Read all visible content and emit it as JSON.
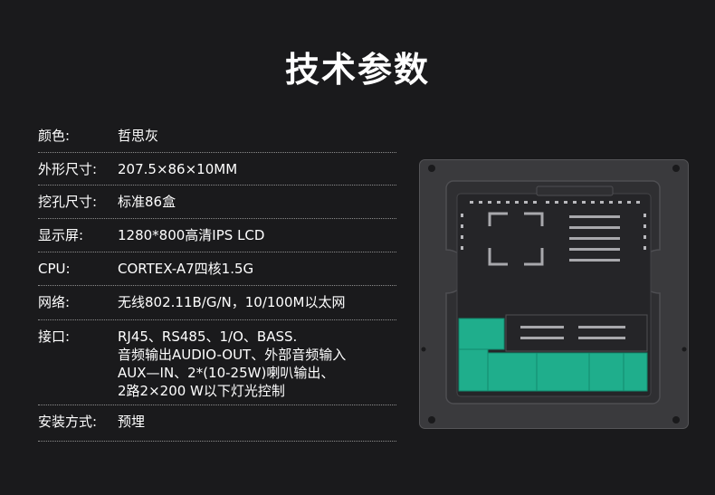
{
  "title": "技术参数",
  "specs": [
    {
      "label": "颜色:",
      "value": "哲思灰"
    },
    {
      "label": "外形尺寸:",
      "value": "207.5×86×10MM"
    },
    {
      "label": "挖孔尺寸:",
      "value": "标准86盒"
    },
    {
      "label": "显示屏:",
      "value": "1280*800高清IPS LCD"
    },
    {
      "label": "CPU:",
      "value": "CORTEX-A7四核1.5G"
    },
    {
      "label": "网络:",
      "value": "无线802.11B/G/N，10/100M以太网"
    },
    {
      "label": "接口:",
      "value": "RJ45、RS485、1/O、BASS.\n音频输出AUDIO-OUT、外部音频输入\nAUX—IN、2*(10-25W)喇叭输出、\n2路2×200 W以下灯光控制"
    },
    {
      "label": "安装方式:",
      "value": "预埋"
    }
  ],
  "colors": {
    "background": "#1a1a1c",
    "device_body": "#3d3d40",
    "terminal_green": "#1fae8c"
  }
}
